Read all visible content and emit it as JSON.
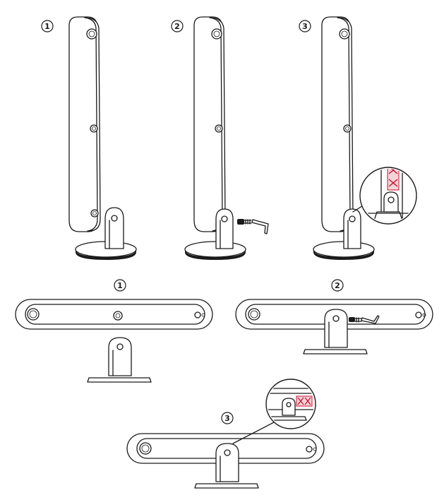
{
  "colors": {
    "ink": "#1a1a1a",
    "paper": "#ffffff",
    "warning": "#c8102e"
  },
  "vertical_steps": [
    {
      "label": "1",
      "has_screw_and_key": false,
      "has_detail_zoom": false
    },
    {
      "label": "2",
      "has_screw_and_key": true,
      "has_detail_zoom": false
    },
    {
      "label": "3",
      "has_screw_and_key": false,
      "has_detail_zoom": true
    }
  ],
  "horizontal_steps": [
    {
      "label": "1",
      "has_screw_and_key": false,
      "has_detail_zoom": false
    },
    {
      "label": "2",
      "has_screw_and_key": true,
      "has_detail_zoom": false
    },
    {
      "label": "3",
      "has_screw_and_key": false,
      "has_detail_zoom": true
    }
  ],
  "icons": [
    "speaker-icon",
    "stand-icon",
    "screw-icon",
    "allen-key-icon",
    "magnifier-detail-icon"
  ]
}
